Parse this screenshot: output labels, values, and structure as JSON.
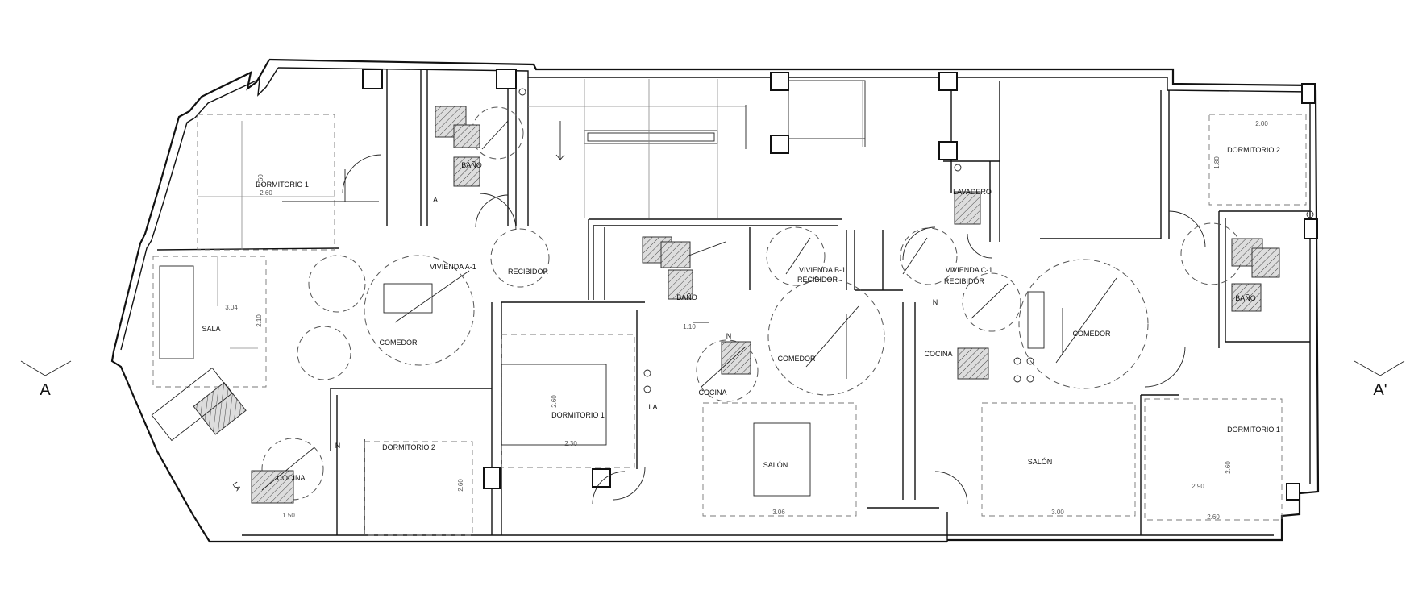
{
  "section_marks": {
    "left": "A",
    "right": "A'"
  },
  "apartment_a1": {
    "title": "VIVIENDA A-1",
    "dormitorio1": "DORMITORIO 1",
    "bano": "BAÑO",
    "recibidor": "RECIBIDOR",
    "sala": "SALA",
    "comedor": "COMEDOR",
    "dormitorio2": "DORMITORIO 2",
    "cocina": "COCINA",
    "dims": {
      "d1_height": "2.60",
      "d1_width": "2.60",
      "sala_w": "3.04",
      "sala_h": "2.10",
      "cocina_w": "1.50",
      "d2_h": "2.60",
      "tag_a": "A",
      "tag_n": "N",
      "tag_la": "LA"
    }
  },
  "apartment_b1": {
    "title": "VIVIENDA B-1",
    "recibidor": "RECIBIDOR",
    "bano": "BAÑO",
    "dormitorio1": "DORMITORIO 1",
    "cocina": "COCINA",
    "comedor": "COMEDOR",
    "salon": "SALÓN",
    "dims": {
      "d1_w": "2.30",
      "d1_h": "2.60",
      "cocina_w": "1.10",
      "salon_w": "3.06",
      "tag_n": "N",
      "tag_la": "LA"
    }
  },
  "apartment_c1": {
    "title": "VIVIENDA C-1",
    "recibidor": "RECIBIDOR",
    "lavadero": "LAVADERO",
    "cocina": "COCINA",
    "comedor": "COMEDOR",
    "salon": "SALÓN",
    "dormitorio2": "DORMITORIO 2",
    "bano": "BAÑO",
    "dormitorio1": "DORMITORIO 1",
    "dims": {
      "d2_w": "2.00",
      "d2_h": "1.80",
      "salon_w": "3.00",
      "d1_w1": "2.90",
      "d1_w2": "2.60",
      "d1_h": "2.60",
      "tag_n": "N"
    }
  }
}
